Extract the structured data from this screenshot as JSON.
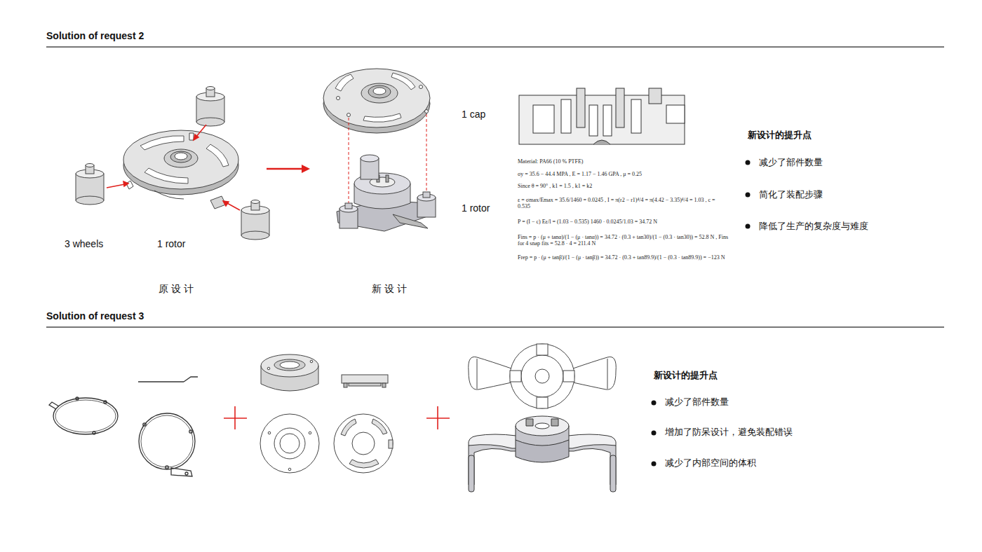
{
  "diagram": {
    "labels": [
      "Solution of request 2",
      "3 wheels",
      "1 rotor",
      "原 设 计",
      "1 cap",
      "1 rotor",
      "新 设 计",
      "Material: PA66 (10 % PTFE)",
      "σy = 35.6 − 44.4 MPA , E = 1.17 − 1.46 GPA , μ = 0.25",
      "Since θ = 90° , k1 = 1.5 , k1 = k2",
      "ε = σmax/Emax = 35.6/1460 = 0.0245 , I = π(r2 − r1)⁴/4 = π(4.42 − 3.35)⁴/4 = 1.03 , c = 0.535",
      "P = (I − c) Eε/l = (1.03 − 0.535) 1460 · 0.0245/1.03 = 34.72 N",
      "Fins = p · (μ + tanα)/(1 − (μ · tanα)) = 34.72 · (0.3 + tan30)/(1 − (0.3 · tan30)) = 52.8 N , Fins for 4 snap fits = 52.8 · 4 = 211.4 N",
      "Frep = p · (μ + tanβ)/(1 − (μ · tanβ)) = 34.72 · (0.3 + tan89.9)/(1 − (0.3 · tan89.9)) = −123 N",
      "新设计的提升点",
      "减少了部件数量",
      "简化了装配步骤",
      "降低了生产的复杂度与难度",
      "Solution of request 3",
      "新设计的提升点",
      "减少了部件数量",
      "增加了防呆设计，避免装配错误",
      "减少了内部空间的体积"
    ]
  }
}
